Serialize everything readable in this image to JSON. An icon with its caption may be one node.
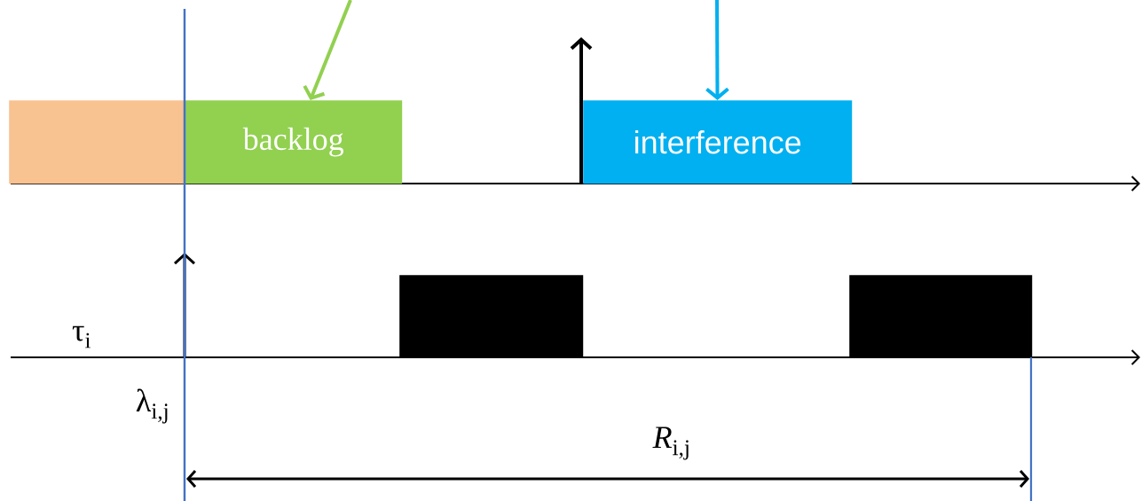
{
  "diagram": {
    "nodes": [
      {
        "text": [],
        "shape": "box"
      },
      {
        "text": [
          "backlog"
        ]
      },
      {
        "text": [
          "interference"
        ]
      },
      {
        "text": [],
        "shape": "box"
      },
      {
        "text": [],
        "shape": "box"
      }
    ],
    "edges": [
      {
        "from": null,
        "to": 1,
        "arrow": "to",
        "color": "#92d050"
      },
      {
        "from": null,
        "to": 2,
        "arrow": "to",
        "color": "#00b0f0"
      }
    ],
    "labels": [
      "τ$_{i}$",
      "λ$_{i,j}$",
      "*R*$_{i,j}$"
    ]
  }
}
